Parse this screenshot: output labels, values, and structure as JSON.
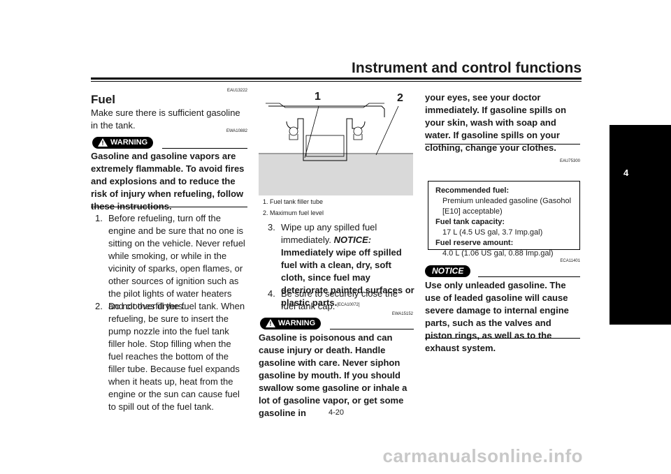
{
  "header": {
    "title": "Instrument and control functions"
  },
  "side_tab": {
    "chapter": "4"
  },
  "footer": {
    "page_number": "4-20"
  },
  "watermark": "carmanualsonline.info",
  "col1": {
    "code_eau": "EAU13222",
    "heading": "Fuel",
    "intro": "Make sure there is sufficient gasoline in the tank.",
    "code_ewa": "EWA10882",
    "warning_label": "WARNING",
    "warning_text": "Gasoline and gasoline vapors are extremely flammable. To avoid fires and explosions and to reduce the risk of injury when refueling, follow these instructions.",
    "items": [
      {
        "num": "1.",
        "text": "Before refueling, turn off the engine and be sure that no one is sitting on the vehicle. Never refuel while smoking, or while in the vicinity of sparks, open flames, or other sources of ignition such as the pilot lights of water heaters and clothes dryers."
      },
      {
        "num": "2.",
        "text": "Do not overfill the fuel tank. When refueling, be sure to insert the pump nozzle into the fuel tank filler hole. Stop filling when the fuel reaches the bottom of the filler tube. Because fuel expands when it heats up, heat from the engine or the sun can cause fuel to spill out of the fuel tank."
      }
    ]
  },
  "col2": {
    "figure_callouts": [
      "1",
      "2"
    ],
    "captions": [
      "1. Fuel tank filler tube",
      "2. Maximum fuel level"
    ],
    "item3_num": "3.",
    "item3_text": "Wipe up any spilled fuel immediately.",
    "item3_notice_label": "NOTICE:",
    "item3_notice_text": "Immediately wipe off spilled fuel with a clean, dry, soft cloth, since fuel may deteriorate painted surfaces or plastic parts.",
    "item3_code": "[ECA10072]",
    "item4_num": "4.",
    "item4_text": "Be sure to securely close the fuel tank cap.",
    "code_ewa": "EWA15152",
    "warning_label": "WARNING",
    "warning_text": "Gasoline is poisonous and can cause injury or death. Handle gasoline with care. Never siphon gasoline by mouth. If you should swallow some gasoline or inhale a lot of gasoline vapor, or get some gasoline in"
  },
  "col3": {
    "warning_cont": "your eyes, see your doctor immediately. If gasoline spills on your skin, wash with soap and water. If gasoline spills on your clothing, change your clothes.",
    "code_eau": "EAU75300",
    "spec": {
      "fuel_label": "Recommended fuel:",
      "fuel_value": "Premium unleaded gasoline (Gasohol [E10] acceptable)",
      "capacity_label": "Fuel tank capacity:",
      "capacity_value": "17 L (4.5 US gal, 3.7 Imp.gal)",
      "reserve_label": "Fuel reserve amount:",
      "reserve_value": "4.0 L (1.06 US gal, 0.88 Imp.gal)"
    },
    "code_eca": "ECA11401",
    "notice_label": "NOTICE",
    "notice_text": "Use only unleaded gasoline. The use of leaded gasoline will cause severe damage to internal engine parts, such as the valves and piston rings, as well as to the exhaust system."
  }
}
